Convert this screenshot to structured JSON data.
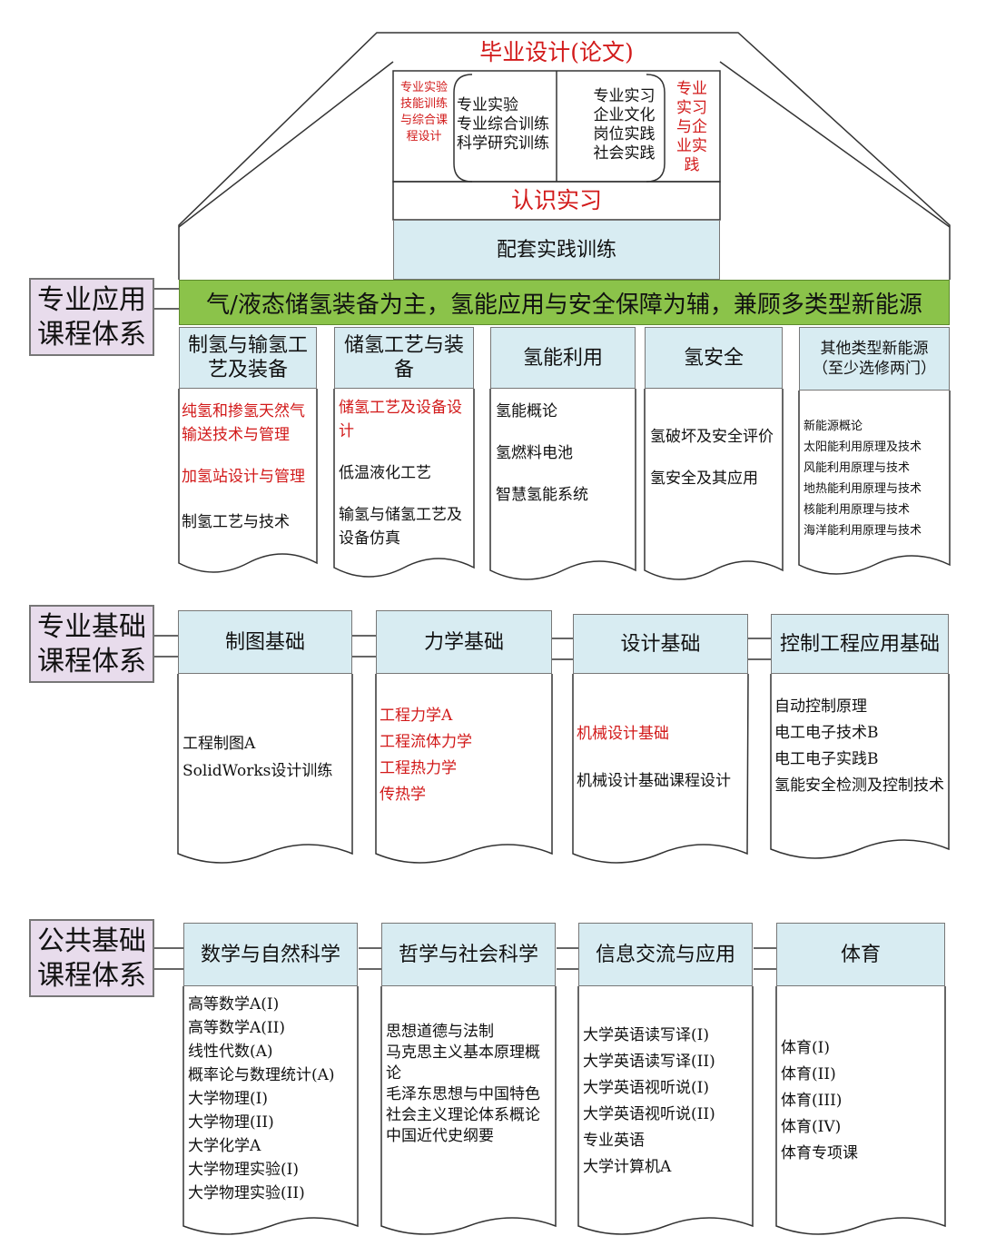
{
  "top": {
    "graduation": "毕业设计(论文)",
    "left_red": "专业实验技能训练与综合课程设计",
    "left_list": [
      "专业实验",
      "专业综合训练",
      "科学研究训练"
    ],
    "right_list": [
      "专业实习",
      "企业文化",
      "岗位实践",
      "社会实践"
    ],
    "right_red": "专业实习与企业实践",
    "cognition": "认识实习",
    "support": "配套实践训练"
  },
  "app": {
    "label_l1": "专业应用",
    "label_l2": "课程体系",
    "banner": "气/液态储氢装备为主，氢能应用与安全保障为辅，兼顾多类型新能源",
    "columns": [
      {
        "head": "制氢与输氢工艺及装备",
        "items": [
          {
            "t": "纯氢和掺氢天然气输送技术与管理",
            "red": true
          },
          {
            "t": "加氢站设计与管理",
            "red": true
          },
          {
            "t": "制氢工艺与技术",
            "red": false
          }
        ]
      },
      {
        "head": "储氢工艺与装备",
        "items": [
          {
            "t": "储氢工艺及设备设计",
            "red": true
          },
          {
            "t": "低温液化工艺",
            "red": false
          },
          {
            "t": "输氢与储氢工艺及设备仿真",
            "red": false
          }
        ]
      },
      {
        "head": "氢能利用",
        "items": [
          {
            "t": "氢能概论",
            "red": false
          },
          {
            "t": "氢燃料电池",
            "red": false
          },
          {
            "t": "智慧氢能系统",
            "red": false
          }
        ]
      },
      {
        "head": "氢安全",
        "items": [
          {
            "t": "氢破坏及安全评价",
            "red": false
          },
          {
            "t": "氢安全及其应用",
            "red": false
          }
        ]
      },
      {
        "head": "其他类型新能源（至少选修两门）",
        "items": [
          {
            "t": "新能源概论",
            "red": false
          },
          {
            "t": "太阳能利用原理及技术",
            "red": false
          },
          {
            "t": "风能利用原理与技术",
            "red": false
          },
          {
            "t": "地热能利用原理与技术",
            "red": false
          },
          {
            "t": "核能利用原理与技术",
            "red": false
          },
          {
            "t": "海洋能利用原理与技术",
            "red": false
          }
        ]
      }
    ]
  },
  "basic": {
    "label_l1": "专业基础",
    "label_l2": "课程体系",
    "columns": [
      {
        "head": "制图基础",
        "items": [
          {
            "t": "工程制图A",
            "red": false
          },
          {
            "t": "SolidWorks设计训练",
            "red": false
          }
        ]
      },
      {
        "head": "力学基础",
        "items": [
          {
            "t": "工程力学A",
            "red": true
          },
          {
            "t": "工程流体力学",
            "red": true
          },
          {
            "t": "工程热力学",
            "red": true
          },
          {
            "t": "传热学",
            "red": true
          }
        ]
      },
      {
        "head": "设计基础",
        "items": [
          {
            "t": "机械设计基础",
            "red": true
          },
          {
            "t": "机械设计基础课程设计",
            "red": false
          }
        ]
      },
      {
        "head": "控制工程应用基础",
        "items": [
          {
            "t": "自动控制原理",
            "red": false
          },
          {
            "t": "电工电子技术B",
            "red": false
          },
          {
            "t": "电工电子实践B",
            "red": false
          },
          {
            "t": "氢能安全检测及控制技术",
            "red": false
          }
        ]
      }
    ]
  },
  "public": {
    "label_l1": "公共基础",
    "label_l2": "课程体系",
    "columns": [
      {
        "head": "数学与自然科学",
        "items": [
          "高等数学A(I)",
          "高等数学A(II)",
          "线性代数(A)",
          "概率论与数理统计(A)",
          "大学物理(I)",
          "大学物理(II)",
          "大学化学A",
          "大学物理实验(I)",
          "大学物理实验(II)"
        ]
      },
      {
        "head": "哲学与社会科学",
        "items": [
          "思想道德与法制",
          "马克思主义基本原理概论",
          "毛泽东思想与中国特色社会主义理论体系概论",
          "中国近代史纲要"
        ]
      },
      {
        "head": "信息交流与应用",
        "items": [
          "大学英语读写译(I)",
          "大学英语读写译(II)",
          "大学英语视听说(I)",
          "大学英语视听说(II)",
          "专业英语",
          "大学计算机A"
        ]
      },
      {
        "head": "体育",
        "items": [
          "体育(I)",
          "体育(II)",
          "体育(III)",
          "体育(IV)",
          "体育专项课"
        ]
      }
    ]
  },
  "colors": {
    "label_bg": "#e8dcec",
    "head_bg": "#d8ecf2",
    "banner_bg": "#8bc34a",
    "red": "#d21a1a"
  }
}
